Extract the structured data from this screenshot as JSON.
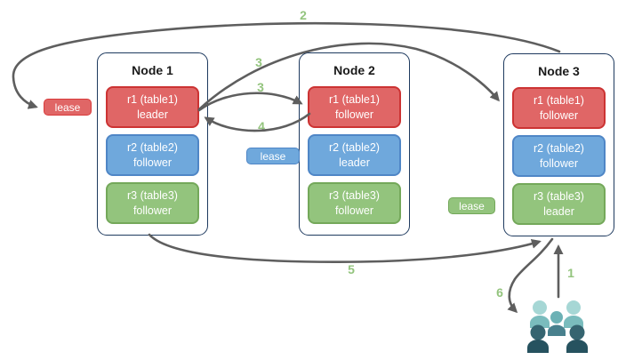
{
  "diagram": {
    "nodes": [
      {
        "title": "Node 1",
        "replicas": [
          {
            "range": "r1 (table1)",
            "role": "leader",
            "color": "#e06666"
          },
          {
            "range": "r2 (table2)",
            "role": "follower",
            "color": "#6fa8dc"
          },
          {
            "range": "r3 (table3)",
            "role": "follower",
            "color": "#93c47d"
          }
        ]
      },
      {
        "title": "Node 2",
        "replicas": [
          {
            "range": "r1 (table1)",
            "role": "follower",
            "color": "#e06666"
          },
          {
            "range": "r2 (table2)",
            "role": "leader",
            "color": "#6fa8dc"
          },
          {
            "range": "r3 (table3)",
            "role": "follower",
            "color": "#93c47d"
          }
        ]
      },
      {
        "title": "Node 3",
        "replicas": [
          {
            "range": "r1 (table1)",
            "role": "follower",
            "color": "#e06666"
          },
          {
            "range": "r2 (table2)",
            "role": "follower",
            "color": "#6fa8dc"
          },
          {
            "range": "r3 (table3)",
            "role": "leader",
            "color": "#93c47d"
          }
        ]
      }
    ],
    "leases": [
      {
        "text": "lease",
        "color": "#e06666"
      },
      {
        "text": "lease",
        "color": "#6fa8dc"
      },
      {
        "text": "lease",
        "color": "#93c47d"
      }
    ],
    "steps": {
      "s1": "1",
      "s2": "2",
      "s3a": "3",
      "s3b": "3",
      "s4": "4",
      "s5": "5",
      "s6": "6"
    },
    "icons": {
      "clients": "users-group-icon"
    },
    "colors": {
      "red_fill": "#e06666",
      "red_border": "#cc3333",
      "blue_fill": "#6fa8dc",
      "blue_border": "#4f86c6",
      "green_fill": "#93c47d",
      "green_border": "#74a85a",
      "node_border": "#1e3a5f",
      "arrow": "#5e5e5e",
      "step_label": "#93c47d",
      "users_light": "#a6d7d5",
      "users_medium": "#7abcbd",
      "users_dark": "#26525f"
    }
  }
}
